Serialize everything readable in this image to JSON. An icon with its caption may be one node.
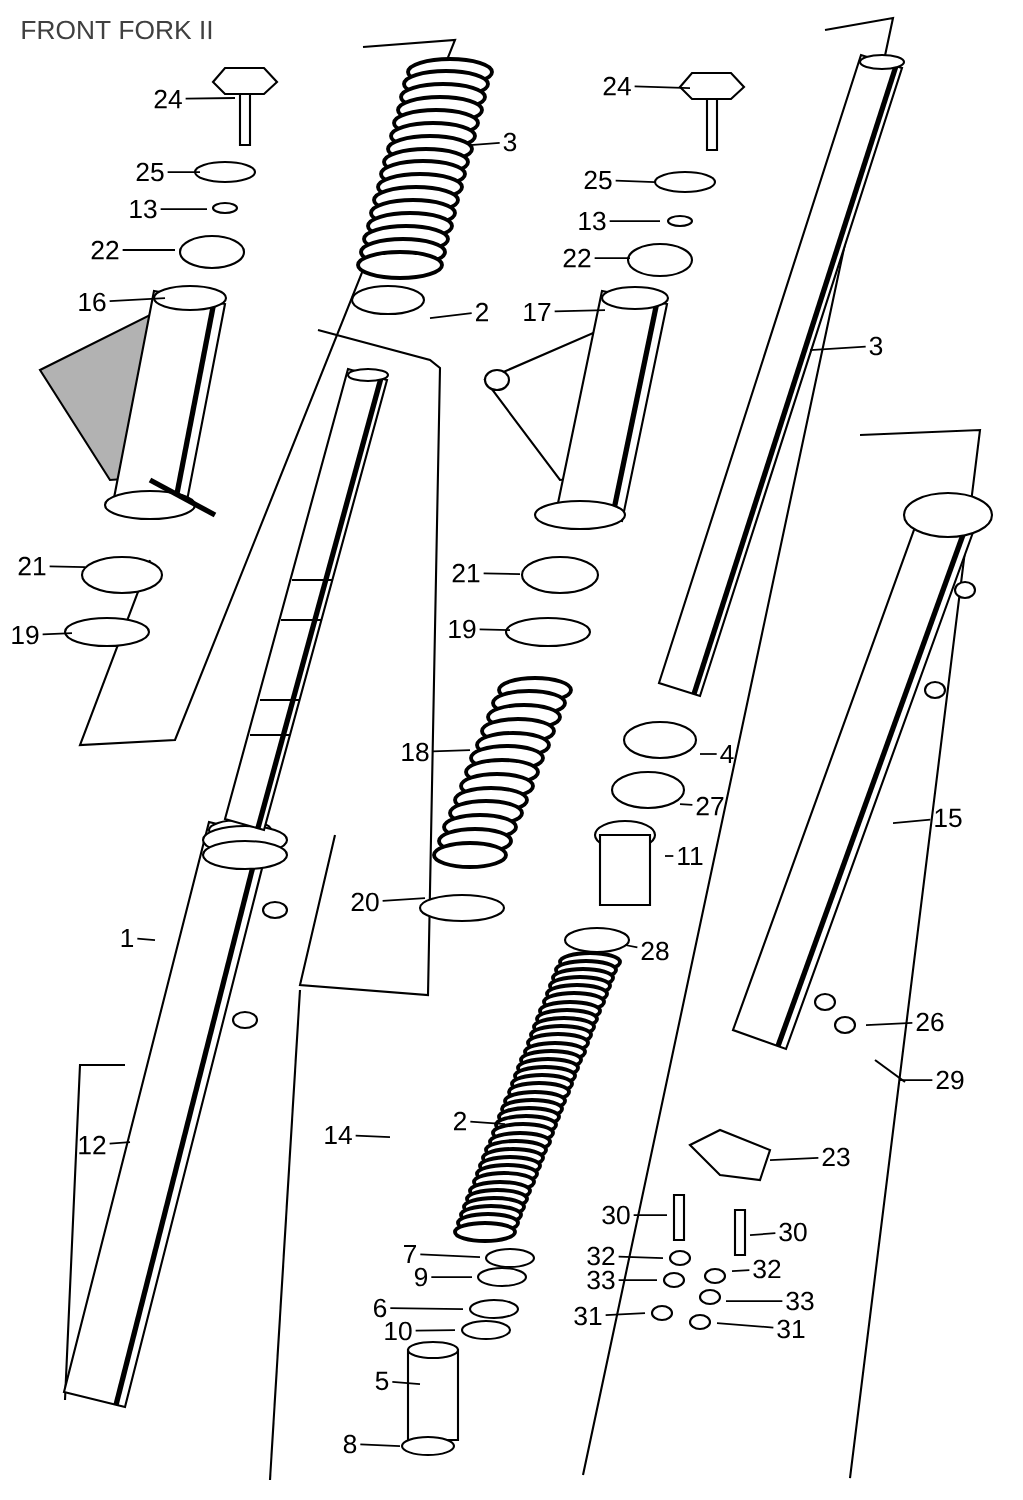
{
  "diagram": {
    "title": "FRONT FORK II",
    "nodes": [
      {
        "text": [
          "24"
        ]
      },
      {
        "text": [
          "25"
        ]
      },
      {
        "text": [
          "13"
        ]
      },
      {
        "text": [
          "22"
        ]
      },
      {
        "text": [
          "16"
        ]
      },
      {
        "text": [
          "21"
        ]
      },
      {
        "text": [
          "19"
        ]
      },
      {
        "text": [
          "3"
        ]
      },
      {
        "text": [
          "2"
        ]
      },
      {
        "text": [
          "1"
        ]
      },
      {
        "text": [
          "12"
        ]
      },
      {
        "text": [
          "24"
        ]
      },
      {
        "text": [
          "25"
        ]
      },
      {
        "text": [
          "13"
        ]
      },
      {
        "text": [
          "22"
        ]
      },
      {
        "text": [
          "17"
        ]
      },
      {
        "text": [
          "21"
        ]
      },
      {
        "text": [
          "19"
        ]
      },
      {
        "text": [
          "18"
        ]
      },
      {
        "text": [
          "20"
        ]
      },
      {
        "text": [
          "3"
        ]
      },
      {
        "text": [
          "4"
        ]
      },
      {
        "text": [
          "27"
        ]
      },
      {
        "text": [
          "11"
        ]
      },
      {
        "text": [
          "28"
        ]
      },
      {
        "text": [
          "15"
        ]
      },
      {
        "text": [
          "26"
        ]
      },
      {
        "text": [
          "29"
        ]
      },
      {
        "text": [
          "23"
        ]
      },
      {
        "text": [
          "14"
        ]
      },
      {
        "text": [
          "2"
        ]
      },
      {
        "text": [
          "30"
        ]
      },
      {
        "text": [
          "30"
        ]
      },
      {
        "text": [
          "32"
        ]
      },
      {
        "text": [
          "32"
        ]
      },
      {
        "text": [
          "33"
        ]
      },
      {
        "text": [
          "33"
        ]
      },
      {
        "text": [
          "31"
        ]
      },
      {
        "text": [
          "31"
        ]
      },
      {
        "text": [
          "7"
        ]
      },
      {
        "text": [
          "9"
        ]
      },
      {
        "text": [
          "6"
        ]
      },
      {
        "text": [
          "10"
        ]
      },
      {
        "text": [
          "5"
        ]
      },
      {
        "text": [
          "8"
        ]
      }
    ],
    "edges": [
      {
        "from": 0,
        "to": null,
        "arrow": "none"
      },
      {
        "from": 1,
        "to": null,
        "arrow": "none"
      },
      {
        "from": 2,
        "to": null,
        "arrow": "none"
      },
      {
        "from": 3,
        "to": null,
        "arrow": "none"
      },
      {
        "from": 4,
        "to": null,
        "arrow": "none"
      },
      {
        "from": 5,
        "to": null,
        "arrow": "none"
      },
      {
        "from": 6,
        "to": null,
        "arrow": "none"
      },
      {
        "from": 7,
        "to": null,
        "arrow": "none"
      },
      {
        "from": 8,
        "to": null,
        "arrow": "none"
      },
      {
        "from": 9,
        "to": null,
        "arrow": "none"
      },
      {
        "from": 10,
        "to": null,
        "arrow": "none"
      },
      {
        "from": 11,
        "to": null,
        "arrow": "none"
      },
      {
        "from": 12,
        "to": null,
        "arrow": "none"
      },
      {
        "from": 13,
        "to": null,
        "arrow": "none"
      },
      {
        "from": 14,
        "to": null,
        "arrow": "none"
      },
      {
        "from": 15,
        "to": null,
        "arrow": "none"
      },
      {
        "from": 16,
        "to": null,
        "arrow": "none"
      },
      {
        "from": 17,
        "to": null,
        "arrow": "none"
      },
      {
        "from": 18,
        "to": null,
        "arrow": "none"
      },
      {
        "from": 19,
        "to": null,
        "arrow": "none"
      },
      {
        "from": 20,
        "to": null,
        "arrow": "none"
      },
      {
        "from": 21,
        "to": null,
        "arrow": "none"
      },
      {
        "from": 22,
        "to": null,
        "arrow": "none"
      },
      {
        "from": 23,
        "to": null,
        "arrow": "none"
      },
      {
        "from": 24,
        "to": null,
        "arrow": "none"
      },
      {
        "from": 25,
        "to": null,
        "arrow": "none"
      },
      {
        "from": 26,
        "to": null,
        "arrow": "none"
      },
      {
        "from": 27,
        "to": null,
        "arrow": "none"
      },
      {
        "from": 28,
        "to": null,
        "arrow": "none"
      },
      {
        "from": 29,
        "to": null,
        "arrow": "none"
      },
      {
        "from": 30,
        "to": null,
        "arrow": "none"
      },
      {
        "from": 31,
        "to": null,
        "arrow": "none"
      },
      {
        "from": 32,
        "to": null,
        "arrow": "none"
      },
      {
        "from": 33,
        "to": null,
        "arrow": "none"
      },
      {
        "from": 34,
        "to": null,
        "arrow": "none"
      },
      {
        "from": 35,
        "to": null,
        "arrow": "none"
      },
      {
        "from": 36,
        "to": null,
        "arrow": "none"
      },
      {
        "from": 37,
        "to": null,
        "arrow": "none"
      },
      {
        "from": 38,
        "to": null,
        "arrow": "none"
      },
      {
        "from": 39,
        "to": null,
        "arrow": "none"
      },
      {
        "from": 40,
        "to": null,
        "arrow": "none"
      },
      {
        "from": 41,
        "to": null,
        "arrow": "none"
      },
      {
        "from": 42,
        "to": null,
        "arrow": "none"
      },
      {
        "from": 43,
        "to": null,
        "arrow": "none"
      },
      {
        "from": 44,
        "to": null,
        "arrow": "none"
      }
    ]
  }
}
